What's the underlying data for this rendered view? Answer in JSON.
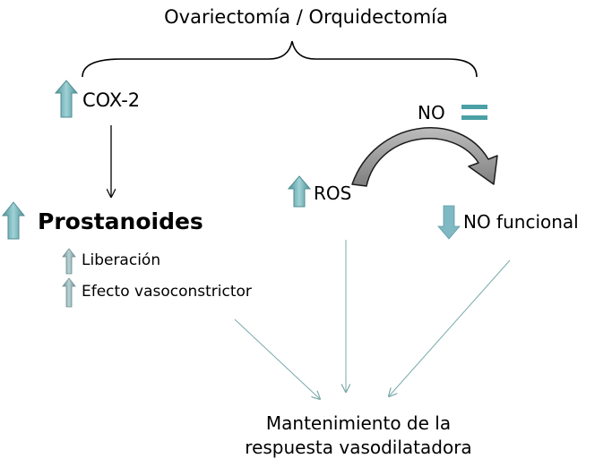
{
  "title": "Ovariectomía / Orquidectomía",
  "cox2": "COX-2",
  "prostanoides": "Prostanoides",
  "liberacion": "Liberación",
  "efecto": "Efecto vasoconstrictor",
  "no": "NO",
  "ros": "ROS",
  "no_funcional": "NO funcional",
  "result_line1": "Mantenimiento de la",
  "result_line2": "respuesta vasodilatadora",
  "colors": {
    "arrow_teal": "#5d9ea4",
    "arrow_teal_light": "#8cc4c9",
    "arrow_down": "#7fb9c4",
    "equal_sign": "#4aa0a5",
    "gray_arrow": "#9a9a9a",
    "thin_line": "#7aa9aa"
  }
}
